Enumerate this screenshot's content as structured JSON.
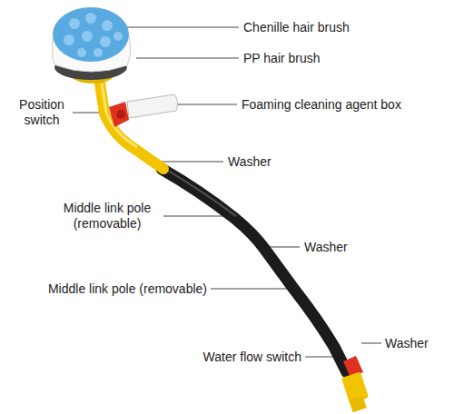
{
  "diagram": {
    "labels": [
      "Chenille hair brush",
      "PP hair brush",
      "Position switch",
      "Foaming cleaning agent box",
      "Washer",
      "Middle link pole (removable)",
      "Washer",
      "Middle link pole (removable)",
      "Water flow switch",
      "Washer"
    ]
  }
}
